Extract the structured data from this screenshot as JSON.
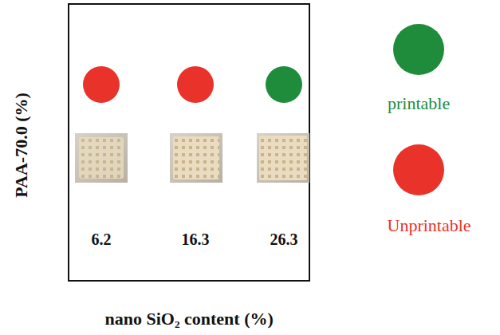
{
  "diagram": {
    "labels": [
      "PAA-70.0 (%)",
      "6.2",
      "16.3",
      "26.3",
      "nano SiO₂ content (%)"
    ],
    "legend": [
      {
        "text": "printable",
        "color": "#1e8c3a"
      },
      {
        "text": "Unprintable",
        "color": "#e8322a"
      }
    ]
  }
}
